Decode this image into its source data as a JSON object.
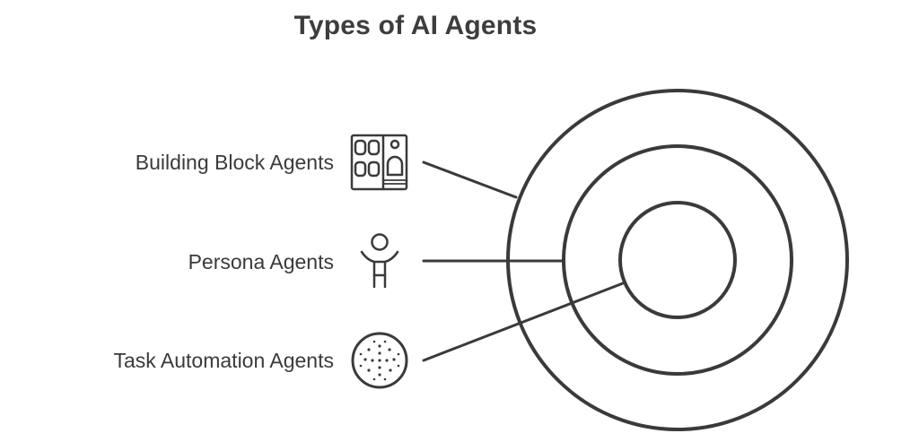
{
  "title": "Types of AI Agents",
  "layers": [
    {
      "label": "Building Block Agents",
      "icon": "building-blocks-icon",
      "ring": "outer"
    },
    {
      "label": "Persona Agents",
      "icon": "person-icon",
      "ring": "middle"
    },
    {
      "label": "Task Automation Agents",
      "icon": "dotted-circle-icon",
      "ring": "inner"
    }
  ],
  "colors": {
    "stroke": "#3a3a3a",
    "text": "#3a3a3a",
    "background": "#ffffff"
  }
}
